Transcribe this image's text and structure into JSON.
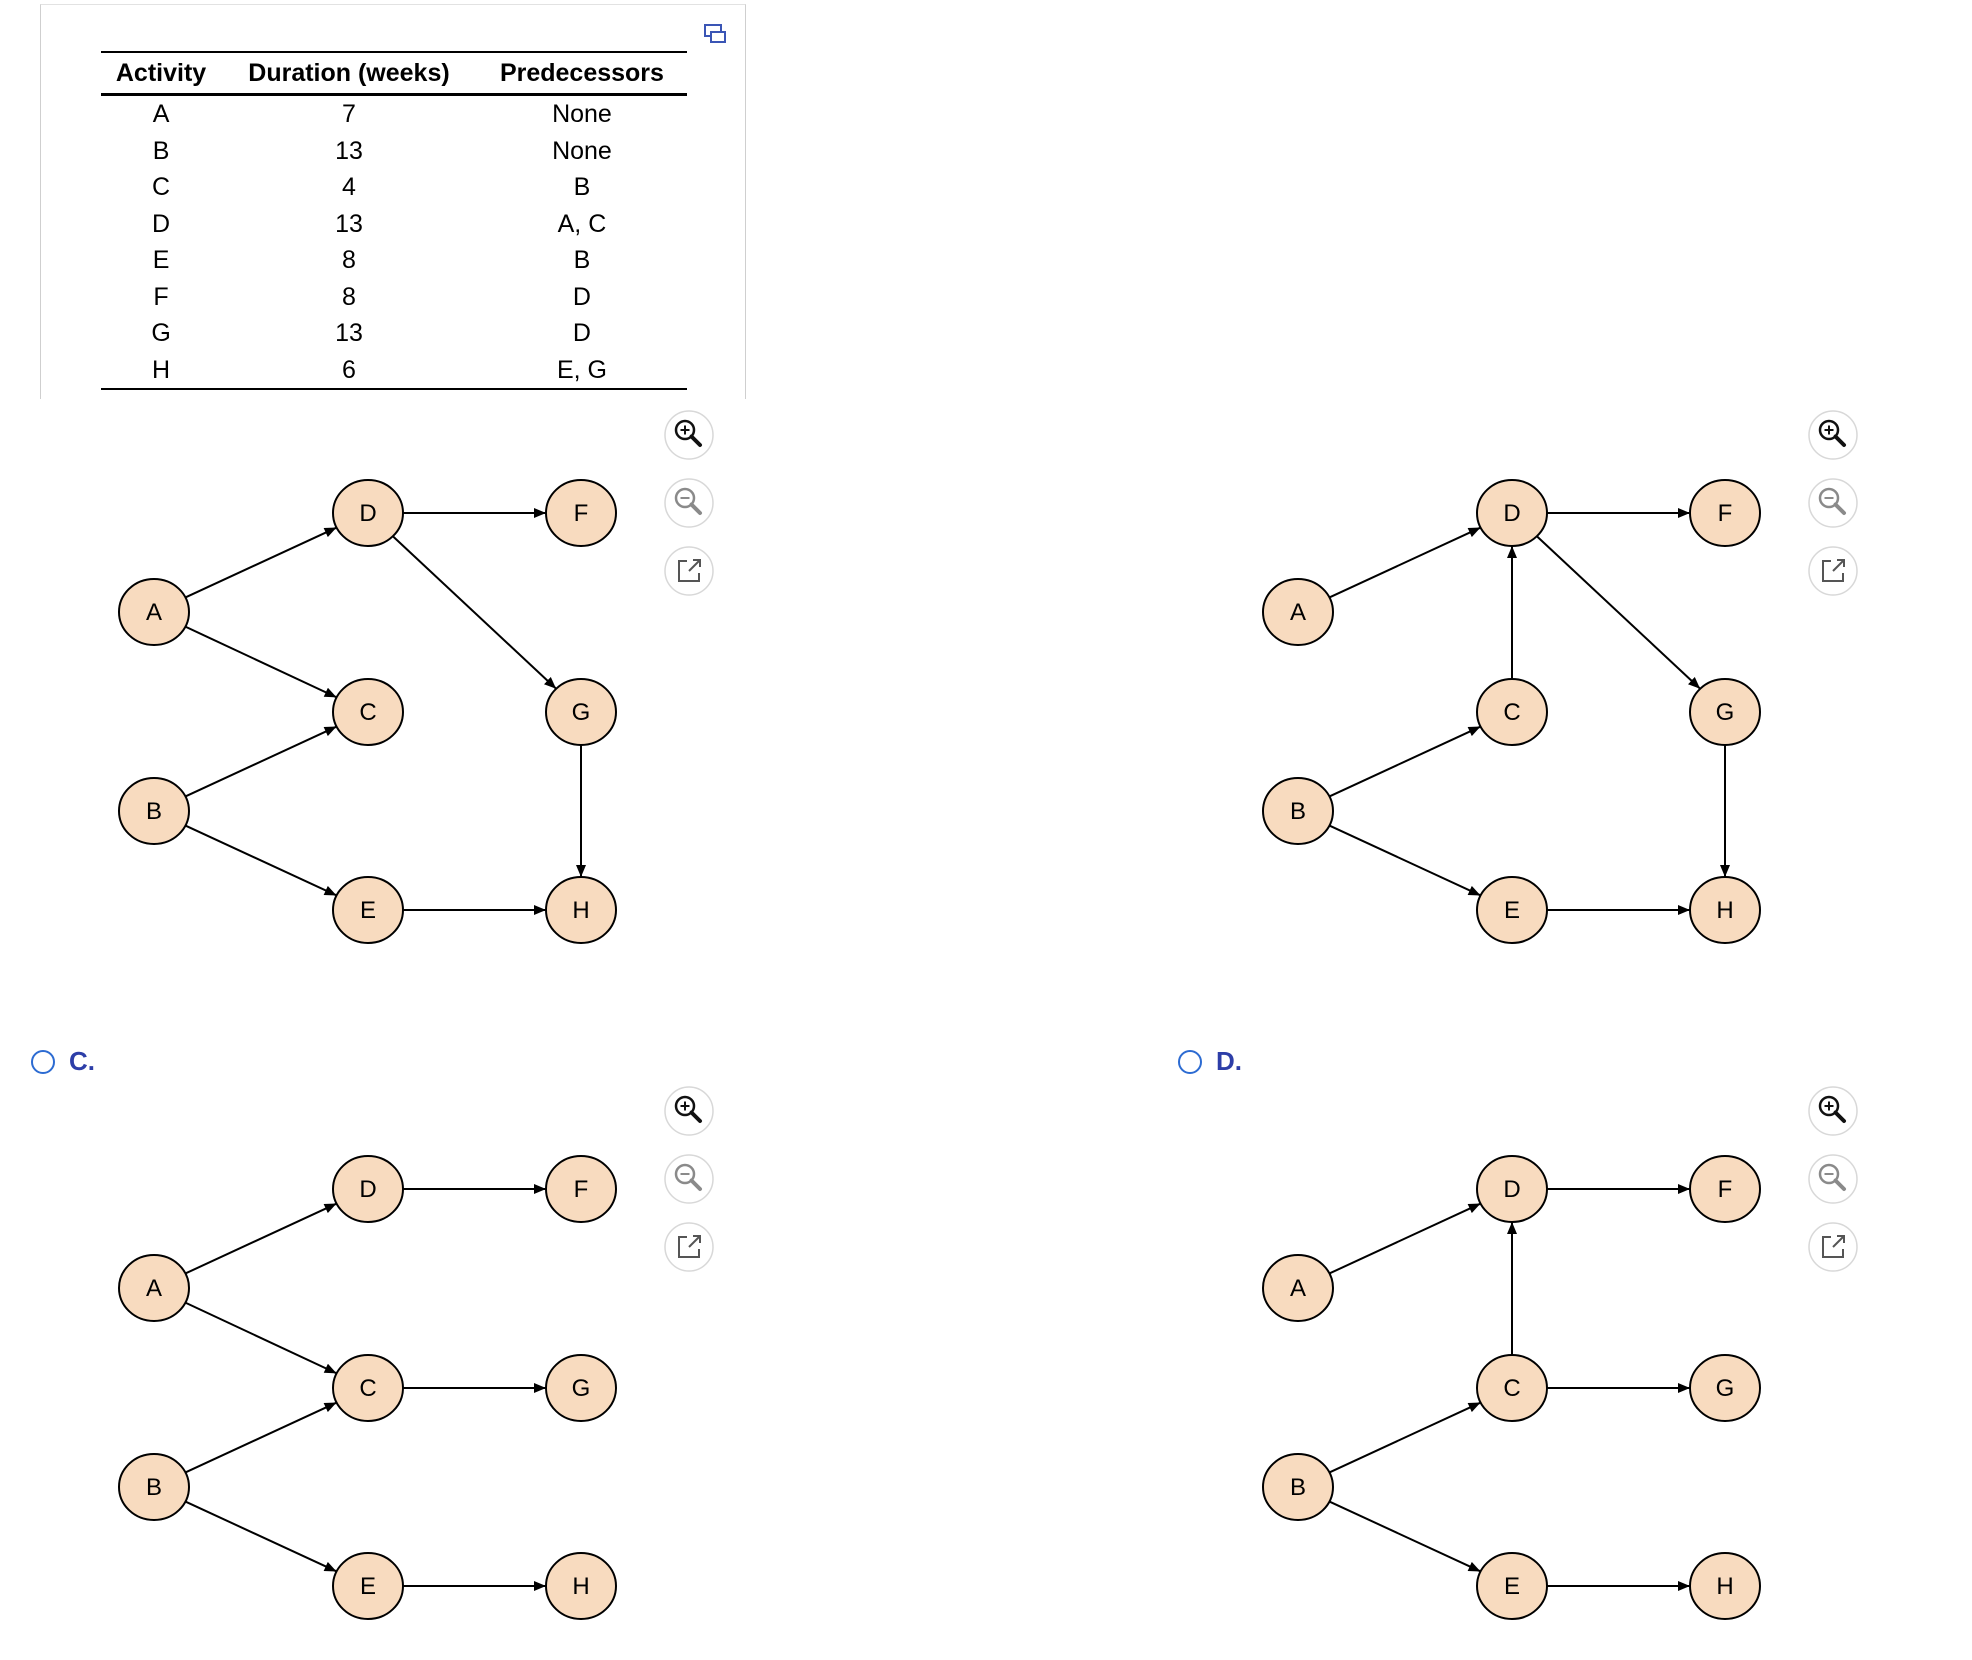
{
  "table": {
    "headers": [
      "Activity",
      "Duration (weeks)",
      "Predecessors"
    ],
    "rows": [
      [
        "A",
        "7",
        "None"
      ],
      [
        "B",
        "13",
        "None"
      ],
      [
        "C",
        "4",
        "B"
      ],
      [
        "D",
        "13",
        "A, C"
      ],
      [
        "E",
        "8",
        "B"
      ],
      [
        "F",
        "8",
        "D"
      ],
      [
        "G",
        "13",
        "D"
      ],
      [
        "H",
        "6",
        "E, G"
      ]
    ]
  },
  "options": [
    {
      "label": "",
      "nodes": [
        "A",
        "B",
        "C",
        "D",
        "E",
        "F",
        "G",
        "H"
      ],
      "edges": [
        [
          "A",
          "D"
        ],
        [
          "A",
          "C"
        ],
        [
          "B",
          "C"
        ],
        [
          "B",
          "E"
        ],
        [
          "D",
          "F"
        ],
        [
          "D",
          "G"
        ],
        [
          "G",
          "H"
        ],
        [
          "E",
          "H"
        ]
      ]
    },
    {
      "label": "",
      "nodes": [
        "A",
        "B",
        "C",
        "D",
        "E",
        "F",
        "G",
        "H"
      ],
      "edges": [
        [
          "A",
          "D"
        ],
        [
          "C",
          "D"
        ],
        [
          "B",
          "C"
        ],
        [
          "B",
          "E"
        ],
        [
          "D",
          "F"
        ],
        [
          "D",
          "G"
        ],
        [
          "G",
          "H"
        ],
        [
          "E",
          "H"
        ]
      ]
    },
    {
      "label": "C.",
      "nodes": [
        "A",
        "B",
        "C",
        "D",
        "E",
        "F",
        "G",
        "H"
      ],
      "edges": [
        [
          "A",
          "D"
        ],
        [
          "A",
          "C"
        ],
        [
          "B",
          "C"
        ],
        [
          "B",
          "E"
        ],
        [
          "D",
          "F"
        ],
        [
          "C",
          "G"
        ],
        [
          "E",
          "H"
        ]
      ]
    },
    {
      "label": "D.",
      "nodes": [
        "A",
        "B",
        "C",
        "D",
        "E",
        "F",
        "G",
        "H"
      ],
      "edges": [
        [
          "A",
          "D"
        ],
        [
          "C",
          "D"
        ],
        [
          "B",
          "C"
        ],
        [
          "B",
          "E"
        ],
        [
          "D",
          "F"
        ],
        [
          "C",
          "G"
        ],
        [
          "E",
          "H"
        ]
      ]
    }
  ],
  "tools": {
    "zoom_in": "zoom-in-icon",
    "zoom_out": "zoom-out-icon",
    "popout": "open-new-window-icon",
    "expand": "expand-window-icon"
  },
  "colors": {
    "node_fill": "#f8dbbf",
    "accent": "#2d3ea8",
    "radio": "#2c6bd2"
  }
}
